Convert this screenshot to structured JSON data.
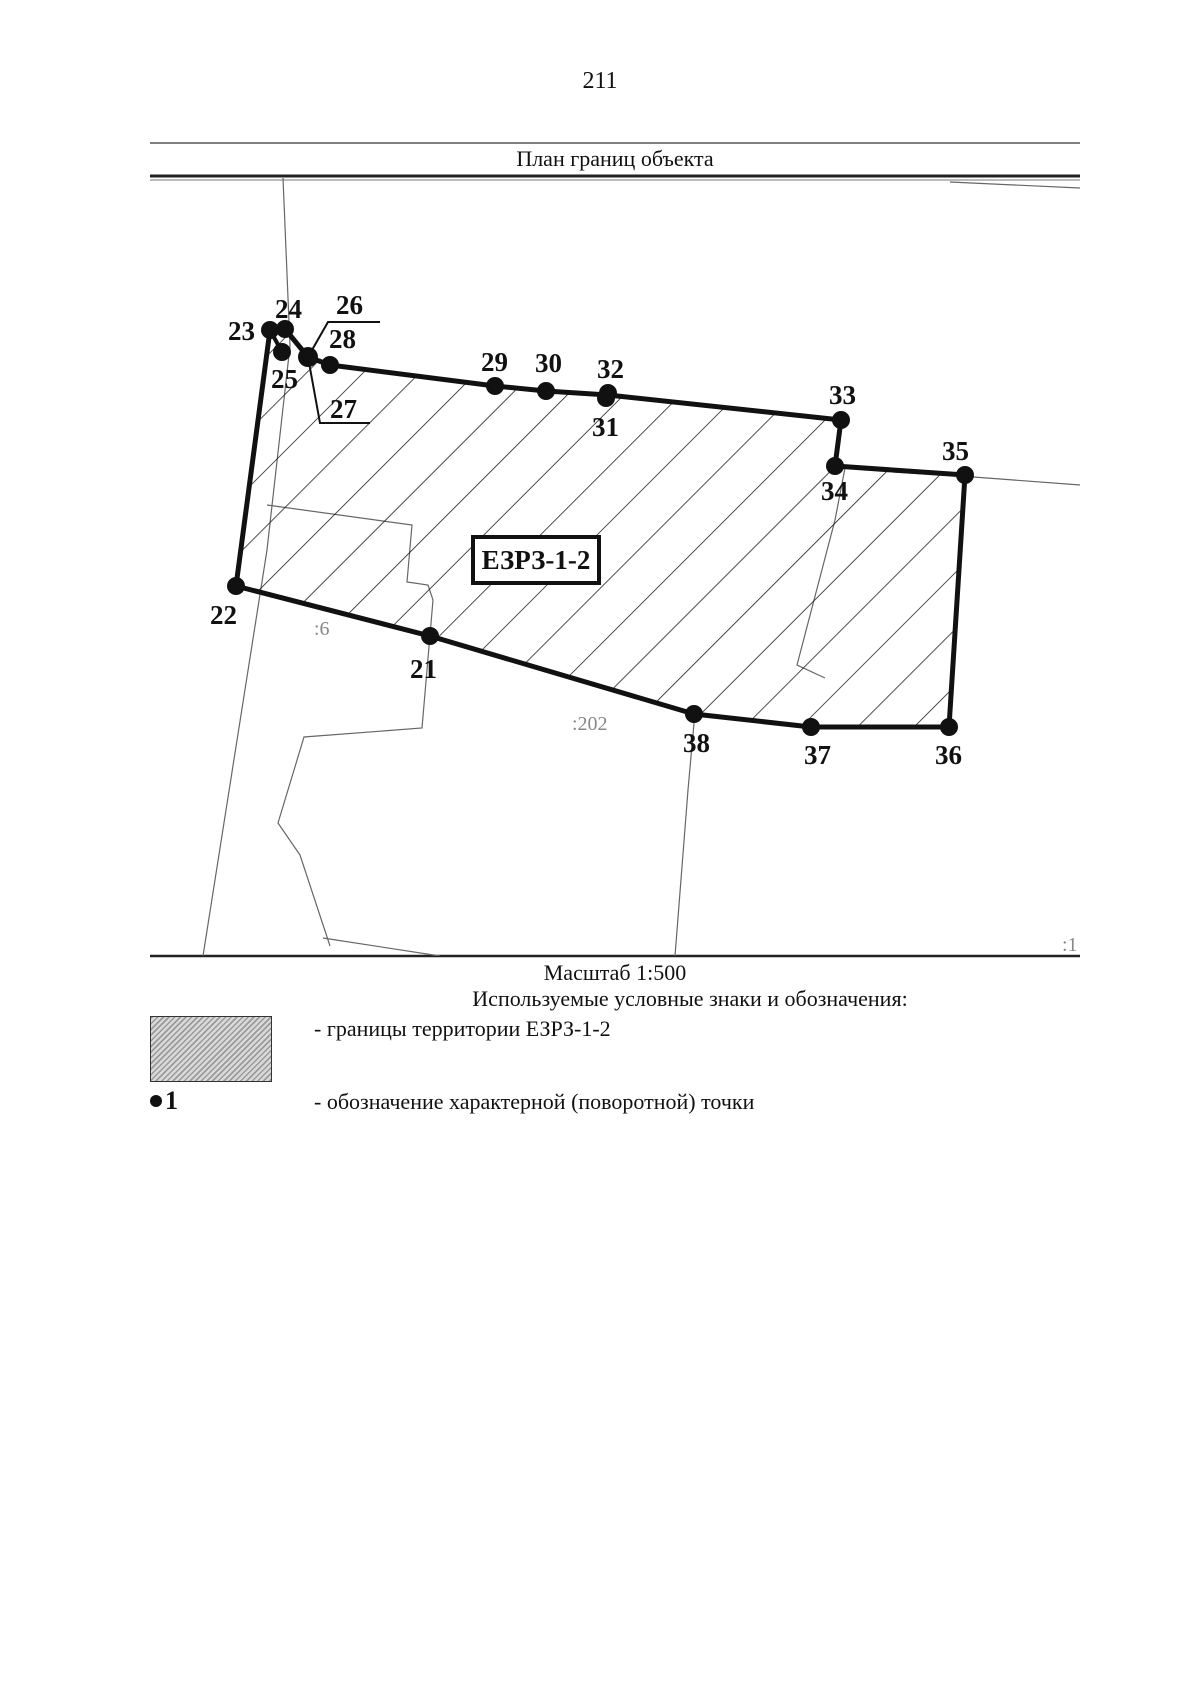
{
  "page_number": "211",
  "map": {
    "title": "План границ объекта",
    "zone_label": "ЕЗРЗ-1-2",
    "parcel_labels": [
      ":6",
      ":202",
      ":1"
    ],
    "points": [
      {
        "id": "21"
      },
      {
        "id": "22"
      },
      {
        "id": "23"
      },
      {
        "id": "24"
      },
      {
        "id": "25"
      },
      {
        "id": "26"
      },
      {
        "id": "27"
      },
      {
        "id": "28"
      },
      {
        "id": "29"
      },
      {
        "id": "30"
      },
      {
        "id": "31"
      },
      {
        "id": "32"
      },
      {
        "id": "33"
      },
      {
        "id": "34"
      },
      {
        "id": "35"
      },
      {
        "id": "36"
      },
      {
        "id": "37"
      },
      {
        "id": "38"
      }
    ]
  },
  "scale": "Масштаб 1:500",
  "legend": {
    "heading": "Используемые условные знаки и обозначения:",
    "items": [
      {
        "symbol": "hatched-area",
        "text": "- границы территории ЕЗРЗ-1-2"
      },
      {
        "symbol": "point-dot",
        "label": "1",
        "text": "- обозначение характерной (поворотной) точки"
      }
    ]
  }
}
